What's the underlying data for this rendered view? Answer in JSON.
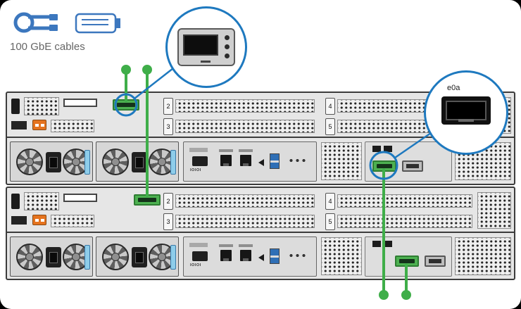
{
  "legend": {
    "label": "100 GbE cables"
  },
  "callouts": {
    "e0a": {
      "label": "e0a"
    }
  },
  "chassis": {
    "slot_labels": [
      "2",
      "3",
      "4",
      "5"
    ],
    "serial_label": "IOIOI"
  },
  "colors": {
    "cable_green": "#3fae49",
    "callout_blue": "#1e79bf",
    "legend_blue": "#3c77be",
    "port_green": "#4db151",
    "latch_blue": "#8ecdea",
    "sas_orange": "#e5731e"
  }
}
